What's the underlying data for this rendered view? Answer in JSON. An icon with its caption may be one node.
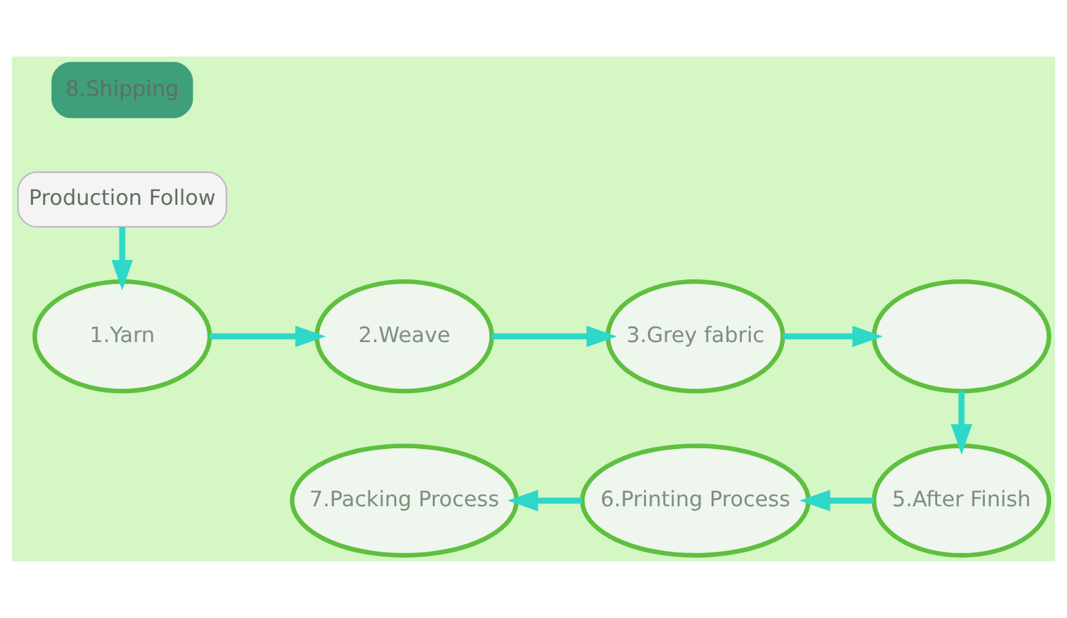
{
  "diagram": {
    "nodes": [
      {
        "text": [
          "1.Yarn"
        ]
      },
      {
        "text": [
          "2.Weave"
        ]
      },
      {
        "text": [
          "3.Grey fabric"
        ]
      },
      {
        "text": [],
        "shape": "circle"
      },
      {
        "text": [
          "5.After Finish"
        ]
      },
      {
        "text": [
          "6.Printing Process"
        ]
      },
      {
        "text": [
          "7.Packing Process"
        ]
      },
      {
        "text": [
          "8.Shipping"
        ]
      },
      {
        "text": [
          "Production Follow"
        ]
      }
    ],
    "edges": [
      {
        "from": 8,
        "to": 0,
        "arrow": "to"
      },
      {
        "from": 0,
        "to": 1,
        "arrow": "to"
      },
      {
        "from": 1,
        "to": 2,
        "arrow": "to"
      },
      {
        "from": 2,
        "to": 3,
        "arrow": "to"
      },
      {
        "from": 3,
        "to": 4,
        "arrow": "to"
      },
      {
        "from": 4,
        "to": 5,
        "arrow": "to"
      },
      {
        "from": 5,
        "to": 6,
        "arrow": "to"
      }
    ]
  }
}
